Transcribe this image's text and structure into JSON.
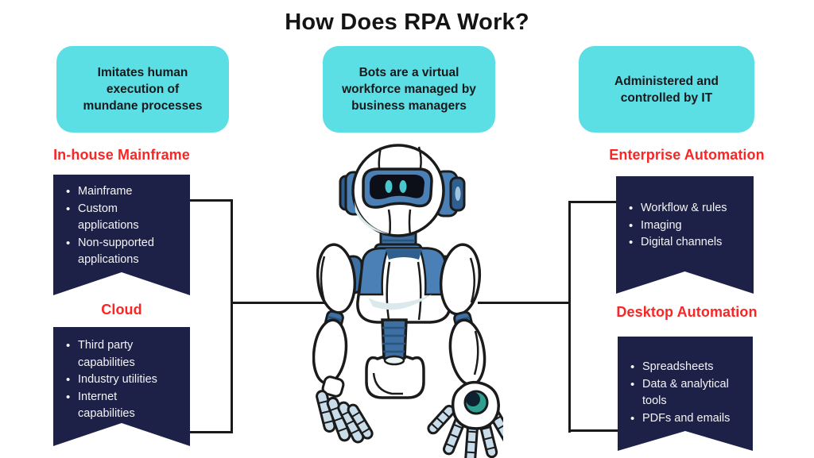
{
  "title": "How Does RPA Work?",
  "callouts": [
    {
      "lines": [
        "Imitates human",
        "execution of",
        "mundane processes"
      ]
    },
    {
      "lines": [
        "Bots are a virtual",
        "workforce managed by",
        "business managers"
      ]
    },
    {
      "lines": [
        "Administered and",
        "controlled by IT"
      ]
    }
  ],
  "sections": {
    "left_top": {
      "heading": "In-house Mainframe",
      "items": [
        "Mainframe",
        "Custom applications",
        "Non-supported applications"
      ]
    },
    "left_bottom": {
      "heading": "Cloud",
      "items": [
        "Third party capabilities",
        "Industry utilities",
        "Internet capabilities"
      ]
    },
    "right_top": {
      "heading": "Enterprise Automation",
      "items": [
        "Workflow & rules",
        "Imaging",
        "Digital channels"
      ]
    },
    "right_bottom": {
      "heading": "Desktop Automation",
      "items": [
        "Spreadsheets",
        "Data & analytical tools",
        "PDFs and emails"
      ]
    }
  },
  "icons": {
    "robot": "rpa-robot-illustration"
  },
  "colors": {
    "callout_bg": "#5bdee4",
    "ribbon_bg": "#1e2147",
    "heading_red": "#fa2525",
    "connector_line": "#1a1a1a",
    "robot_blue": "#4a80b5",
    "robot_dark_blue": "#2e5f8f",
    "eye_teal": "#4ac7cd",
    "palm_teal": "#2f9f92"
  }
}
